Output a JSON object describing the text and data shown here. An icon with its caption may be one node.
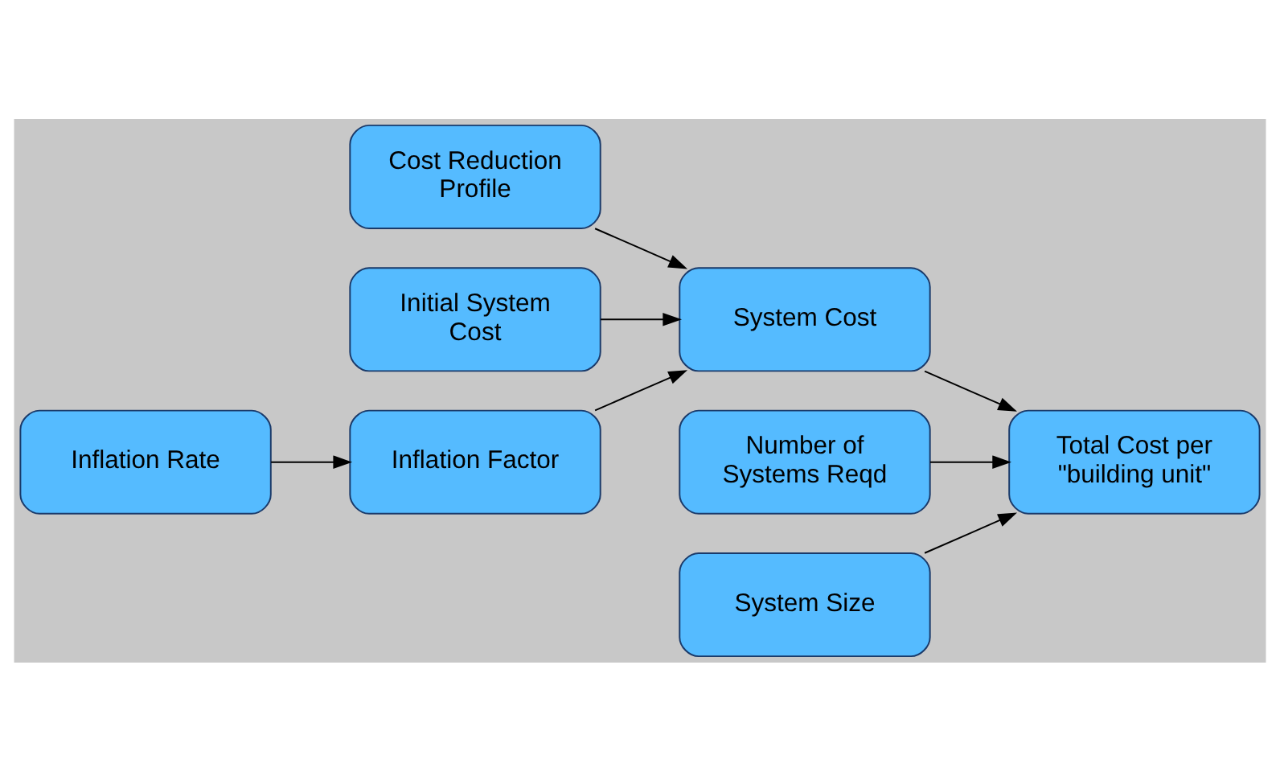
{
  "diagram": {
    "nodes": [
      {
        "text": [
          "Cost Reduction Profile"
        ]
      },
      {
        "text": [
          "Initial System Cost"
        ]
      },
      {
        "text": [
          "System Cost"
        ]
      },
      {
        "text": [
          "Number of Systems Reqd"
        ]
      },
      {
        "text": [
          "Inflation Factor"
        ]
      },
      {
        "text": [
          "System Size"
        ]
      },
      {
        "text": [
          "Total Cost per \"building unit\""
        ]
      },
      {
        "text": [
          "Inflation Rate"
        ]
      }
    ],
    "edges": [
      {
        "from": 0,
        "to": 2,
        "arrow": "to"
      },
      {
        "from": 1,
        "to": 2,
        "arrow": "to"
      },
      {
        "from": 4,
        "to": 2,
        "arrow": "to"
      },
      {
        "from": 7,
        "to": 4,
        "arrow": "to"
      },
      {
        "from": 2,
        "to": 6,
        "arrow": "to"
      },
      {
        "from": 3,
        "to": 6,
        "arrow": "to"
      },
      {
        "from": 5,
        "to": 6,
        "arrow": "to"
      }
    ]
  }
}
